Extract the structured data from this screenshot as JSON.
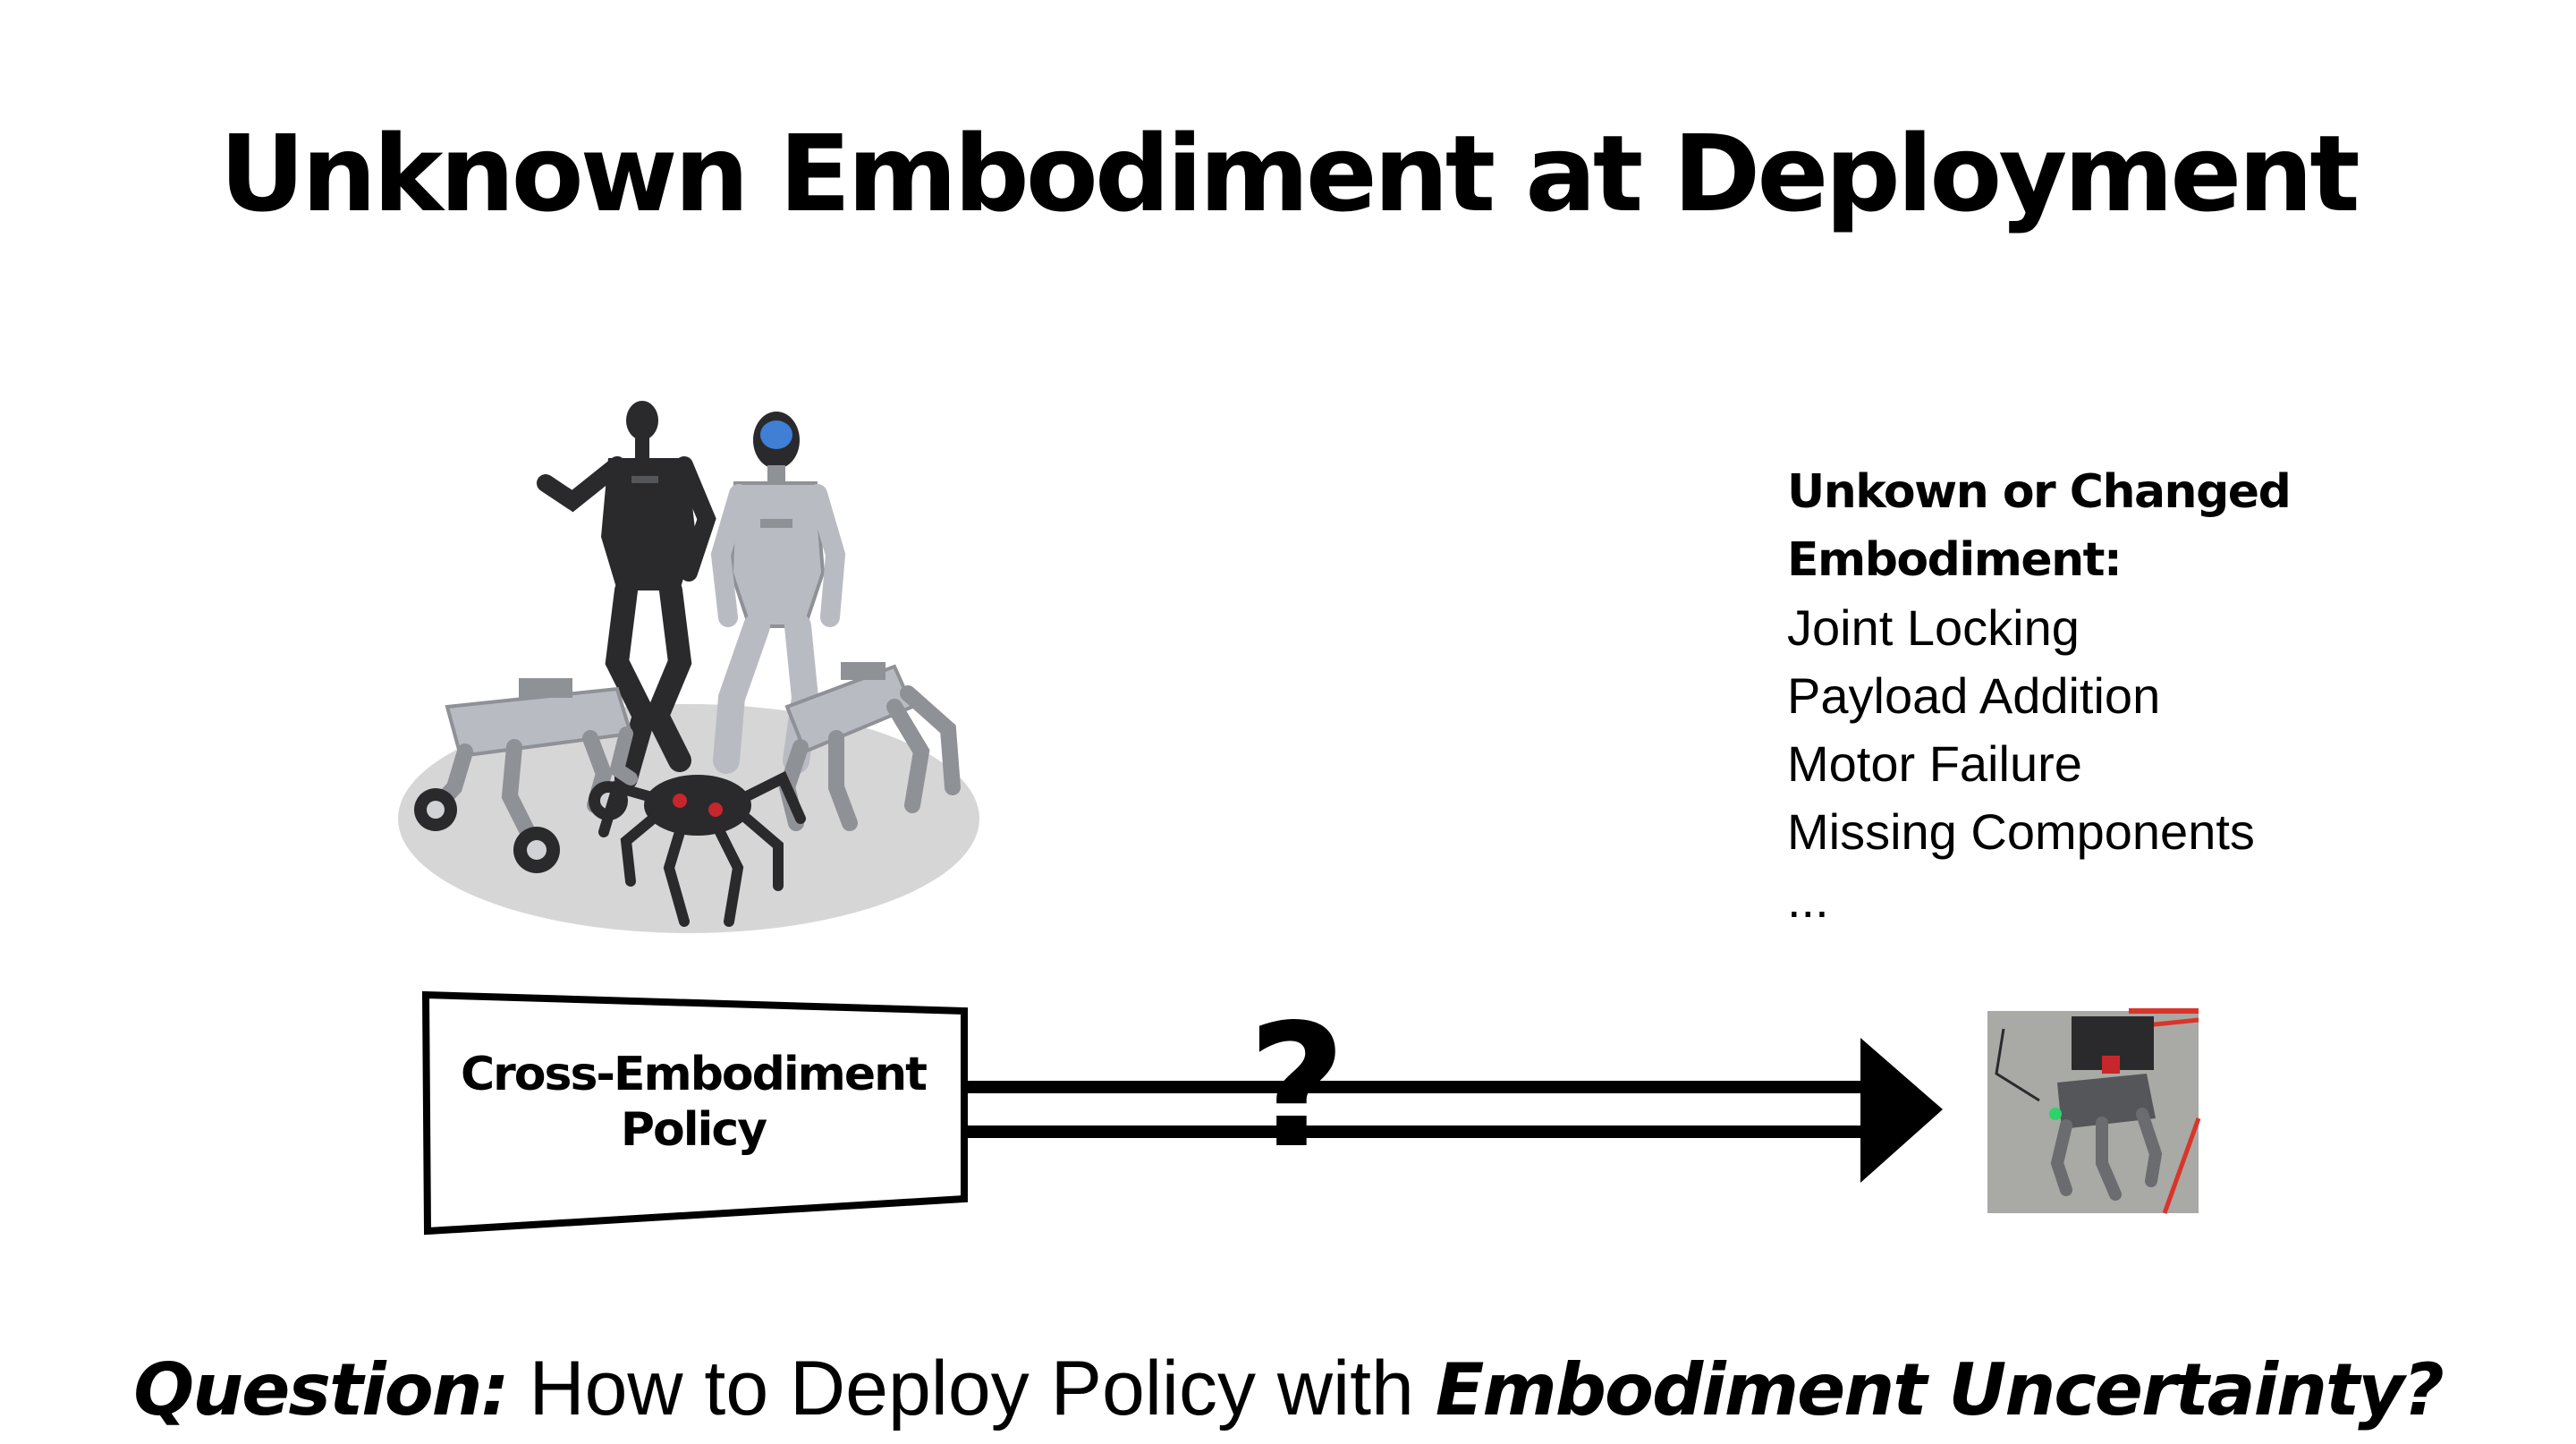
{
  "title": "Unknown Embodiment at Deployment",
  "policy_box": {
    "line1": "Cross-Embodiment",
    "line2": "Policy"
  },
  "arrow": {
    "label": "?"
  },
  "changes": {
    "heading_line1": "Unkown or Changed",
    "heading_line2": "Embodiment:",
    "items": [
      "Joint Locking",
      "Payload Addition",
      "Motor Failure",
      "Missing Components",
      "..."
    ]
  },
  "question": {
    "lead": "Question:",
    "middle": " How to Deploy Policy with ",
    "emphasis": "Embodiment Uncertainty?"
  },
  "images": {
    "robots": "robot-fleet-image",
    "target": "deployed-robot-photo"
  },
  "colors": {
    "ink": "#000000",
    "platform": "#d6d6d6",
    "floor": "#a9a9a5",
    "floor_line": "#d9352b",
    "robot_dark": "#2a2a2d",
    "robot_silver": "#b8bcc2",
    "robot_grey": "#8e9196",
    "accent_blue": "#3f7fd6",
    "accent_red": "#c7262c"
  }
}
